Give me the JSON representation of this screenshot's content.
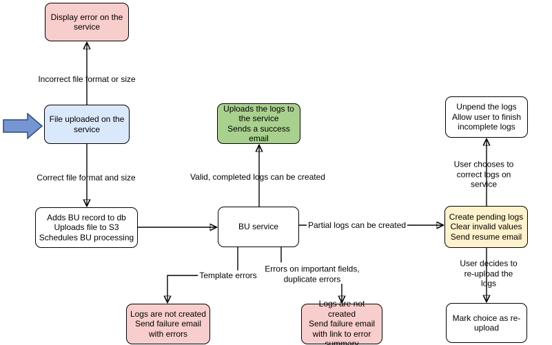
{
  "diagram": {
    "type": "flowchart",
    "background": "#ffffff",
    "colors": {
      "error_fill": "#f8cecc",
      "input_fill": "#dae8fc",
      "success_fill": "#a9d18e",
      "pending_fill": "#fff2cc",
      "plain_fill": "#ffffff",
      "line": "#000000",
      "start_arrow_fill": "#7596d3",
      "start_arrow_stroke": "#2c4a75"
    },
    "nodes": [
      {
        "id": "display-error",
        "text": "Display error on the\nservice",
        "fill": "#f8cecc"
      },
      {
        "id": "file-uploaded",
        "text": "File uploaded on the\nservice",
        "fill": "#dae8fc"
      },
      {
        "id": "adds-bu-record",
        "text": "Adds BU record to db\nUploads file to S3\nSchedules BU processing",
        "fill": "#ffffff"
      },
      {
        "id": "bu-service",
        "text": "BU service",
        "fill": "#ffffff"
      },
      {
        "id": "uploads-logs",
        "text": "Uploads the logs to\nthe service\nSends a success\nemail",
        "fill": "#a9d18e"
      },
      {
        "id": "create-pending-logs",
        "text": "Create pending logs\nClear invalid values\nSend resume email",
        "fill": "#fff2cc"
      },
      {
        "id": "unpend-logs",
        "text": "Unpend the logs\nAllow user to finish\nincomplete logs",
        "fill": "#ffffff"
      },
      {
        "id": "mark-reupload",
        "text": "Mark choice as re-\nupload",
        "fill": "#ffffff"
      },
      {
        "id": "logs-failure-errors",
        "text": "Logs are not created\nSend failure email\nwith errors",
        "fill": "#f8cecc"
      },
      {
        "id": "logs-failure-summary",
        "text": "Logs are not created\nSend failure email\nwith link to error\nsummary",
        "fill": "#f8cecc"
      }
    ],
    "edges": [
      {
        "from": "file-uploaded",
        "to": "display-error",
        "label": "Incorrect file format or size"
      },
      {
        "from": "file-uploaded",
        "to": "adds-bu-record",
        "label": "Correct file format and size"
      },
      {
        "from": "adds-bu-record",
        "to": "bu-service",
        "label": ""
      },
      {
        "from": "bu-service",
        "to": "uploads-logs",
        "label": "Valid, completed logs can be created"
      },
      {
        "from": "bu-service",
        "to": "create-pending-logs",
        "label": "Partial logs can be created"
      },
      {
        "from": "create-pending-logs",
        "to": "unpend-logs",
        "label": "User chooses to correct logs on service"
      },
      {
        "from": "create-pending-logs",
        "to": "mark-reupload",
        "label": "User decides to re-upload the logs"
      },
      {
        "from": "bu-service",
        "to": "logs-failure-errors",
        "label": "Template errors"
      },
      {
        "from": "bu-service",
        "to": "logs-failure-summary",
        "label": "Errors on important fields,\nduplicate errors"
      }
    ],
    "start_marker": {
      "icon": "block-arrow-right-icon",
      "fill": "#7596d3",
      "stroke": "#2c4a75"
    }
  }
}
